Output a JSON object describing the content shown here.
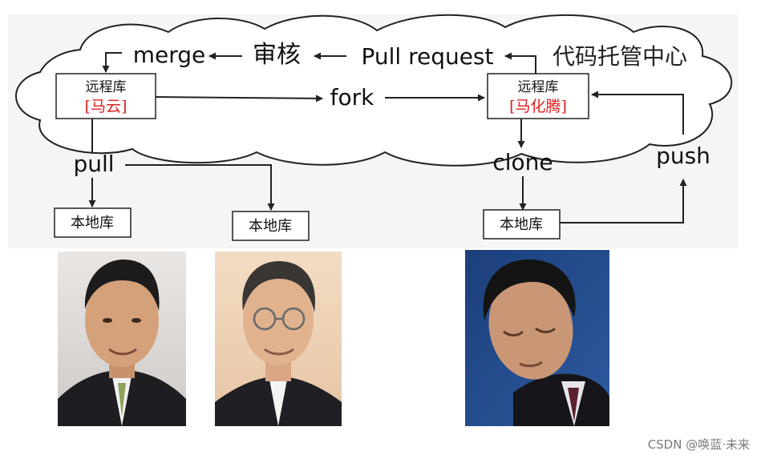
{
  "diagram": {
    "cloud_label": "代码托管中心",
    "merge": "merge",
    "review": "审核",
    "pull_request": "Pull request",
    "fork": "fork",
    "pull": "pull",
    "clone": "clone",
    "push": "push",
    "remote_left": {
      "title": "远程库",
      "owner": "[马云]"
    },
    "remote_right": {
      "title": "远程库",
      "owner": "[马化腾]"
    },
    "local_repo": "本地库",
    "owner_color": "#e02020"
  },
  "watermark": "CSDN @唤蓝·未来"
}
